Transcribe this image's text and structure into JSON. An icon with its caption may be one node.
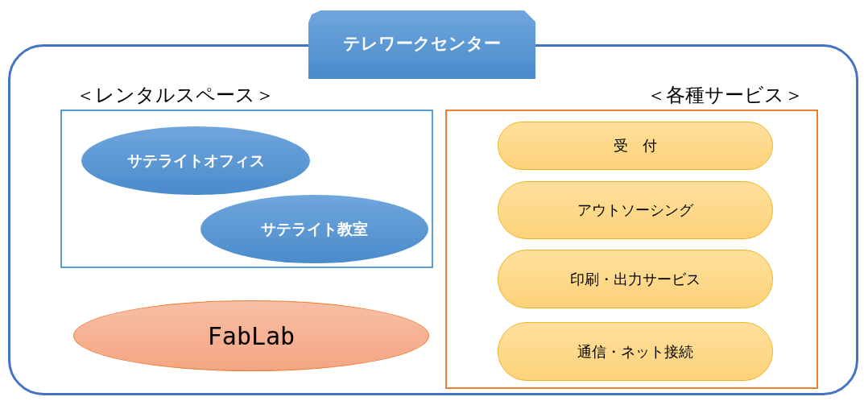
{
  "diagram": {
    "nodes": [
      {
        "text": [
          "テレワークセンター"
        ]
      },
      {
        "text": [
          "＜レンタルスペース＞"
        ],
        "in": 0
      },
      {
        "text": [
          "サテライトオフィス"
        ],
        "in": 1
      },
      {
        "text": [
          "サテライト教室"
        ],
        "in": 1
      },
      {
        "text": [
          "FabLab"
        ],
        "in": 0
      },
      {
        "text": [
          "＜各種サービス＞"
        ],
        "in": 0
      },
      {
        "text": [
          "受　付"
        ],
        "in": 5
      },
      {
        "text": [
          "アウトソーシング"
        ],
        "in": 5
      },
      {
        "text": [
          "印刷・出力サービス"
        ],
        "in": 5
      },
      {
        "text": [
          "通信・ネット接続"
        ],
        "in": 5
      }
    ]
  }
}
